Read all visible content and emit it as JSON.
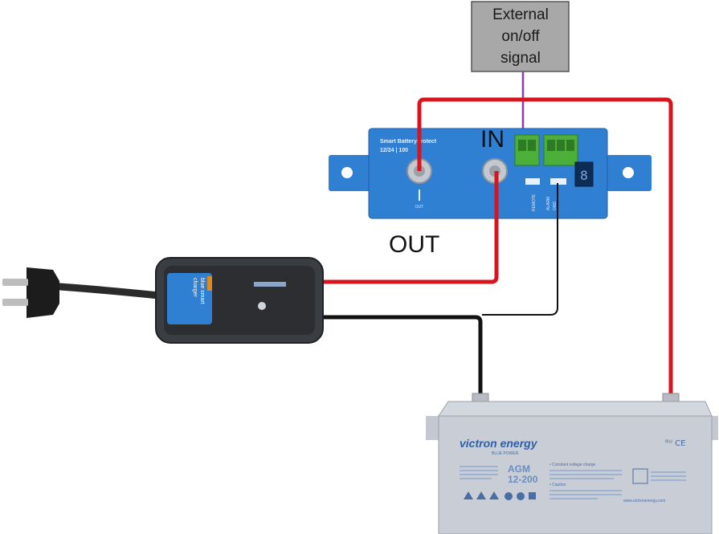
{
  "external_signal": {
    "line1": "External",
    "line2": "on/off",
    "line3": "signal"
  },
  "labels": {
    "in": "IN",
    "out": "OUT"
  },
  "battery_protect": {
    "title_line1": "Smart BatteryProtect",
    "title_line2": "12/24 | 100",
    "out_terminal": "OUT",
    "remote_label": "REMOTE",
    "alarm_label": "ALARM",
    "gnd_label": "GND"
  },
  "charger": {
    "brand_text": "blue smart",
    "product_text": "charger"
  },
  "battery": {
    "brand": "victron energy",
    "sub_brand": "BLUE POWER",
    "model_line1": "AGM",
    "model_line2": "12-200",
    "section1": "• Constant voltage charge",
    "section2": "• Caution",
    "website": "www.victronenergy.com"
  },
  "colors": {
    "positive_wire": "#d8141f",
    "negative_wire": "#111111",
    "signal_wire": "#8a3fa8",
    "device_blue": "#2f7fd3",
    "terminal_green": "#4caf3a",
    "battery_body": "#c9ced6",
    "charger_body": "#3a3d42"
  }
}
